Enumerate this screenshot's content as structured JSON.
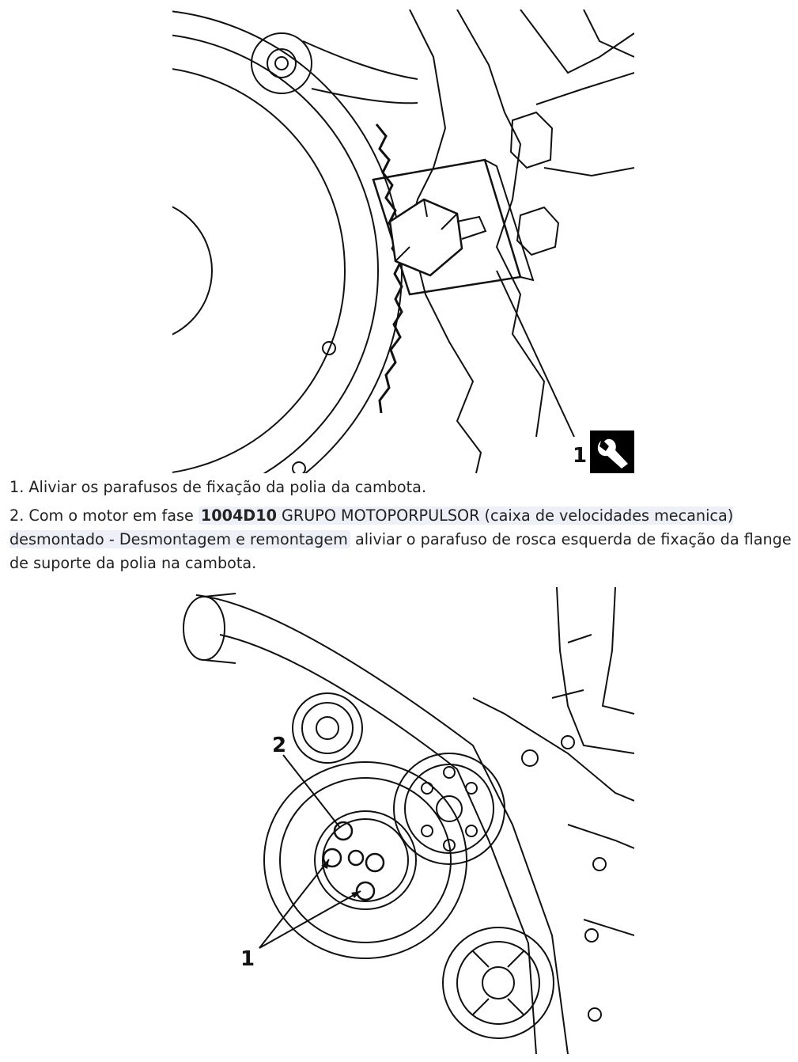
{
  "figure1": {
    "callout": "1",
    "tool_icon": "wrench-icon"
  },
  "steps": [
    {
      "number": "1.",
      "text": "Aliviar os parafusos de fixação da polia da cambota."
    },
    {
      "number": "2.",
      "prefix": "Com o motor em fase",
      "ref_code": "1004D10",
      "ref_title": "GRUPO MOTOPORPULSOR (caixa de velocidades mecanica)",
      "link_text": "desmontado - Desmontagem e remontagem",
      "suffix": "aliviar o parafuso de rosca esquerda de fixação da flange de suporte da polia na cambota."
    }
  ],
  "figure2": {
    "callout_bolts": "1",
    "callout_nut": "2"
  },
  "colors": {
    "text": "#222222",
    "link_background": "#eef0f7",
    "drawing": "#111111"
  }
}
